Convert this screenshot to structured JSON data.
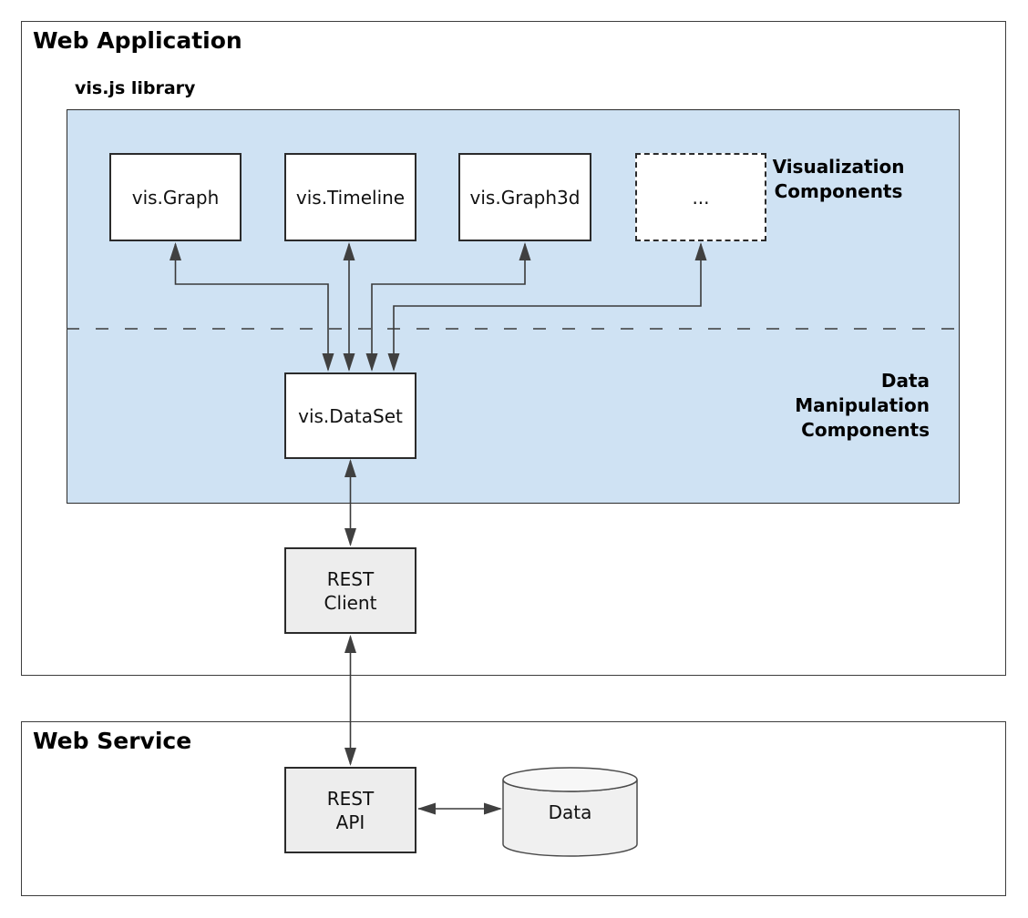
{
  "web_application": {
    "title": "Web Application",
    "vis_library": {
      "title": "vis.js library",
      "visualization_section_label": "Visualization\nComponents",
      "data_section_label": "Data\nManipulation\nComponents",
      "components": {
        "graph": "vis.Graph",
        "timeline": "vis.Timeline",
        "graph3d": "vis.Graph3d",
        "more": "...",
        "dataset": "vis.DataSet"
      }
    },
    "rest_client_label": "REST\nClient"
  },
  "web_service": {
    "title": "Web Service",
    "rest_api_label": "REST\nAPI",
    "data_store_label": "Data"
  },
  "colors": {
    "library_panel_fill": "#cfe2f3",
    "node_fill_white": "#ffffff",
    "node_fill_gray": "#ededed",
    "cylinder_fill": "#f0f0f0",
    "line_color": "#3a3a3a"
  }
}
